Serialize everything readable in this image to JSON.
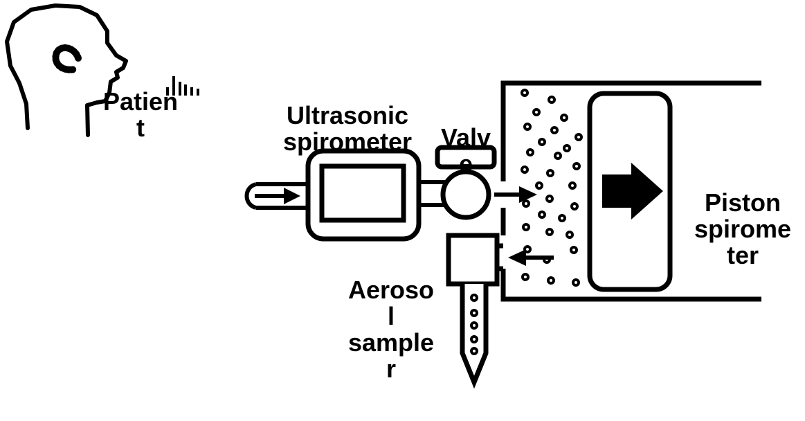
{
  "labels": {
    "patient": "Patien\nt",
    "ultrasonic_spirometer": "Ultrasonic\nspirometer",
    "valve": "Valv\ne",
    "piston_spirometer": "Piston\nspirome\nter",
    "aerosol_sampler": "Aeroso\nl\nsample\nr"
  },
  "colors": {
    "stroke": "#000000",
    "background": "#ffffff"
  },
  "icons": {
    "patient": "head-profile-icon",
    "sound": "sound-wave-icon",
    "flow_in": "arrow-right-icon",
    "flow_out": "arrow-right-icon",
    "flow_return": "arrow-left-icon",
    "piston": "piston-arrow-icon"
  }
}
